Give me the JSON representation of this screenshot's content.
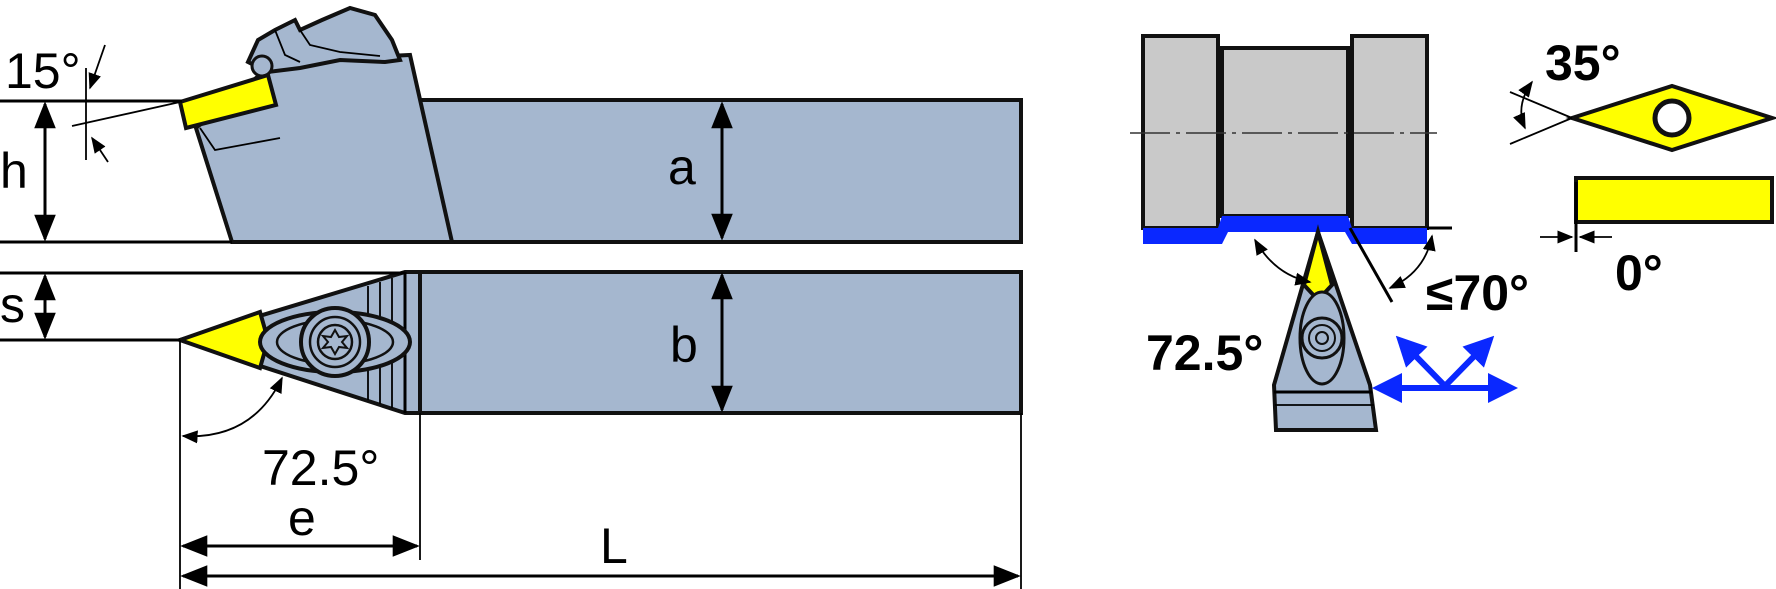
{
  "labels": {
    "clearance_angle": "15°",
    "h": "h",
    "a": "a",
    "s": "s",
    "b": "b",
    "approach_angle": "72.5°",
    "e": "e",
    "L": "L",
    "approach_angle_right": "72.5°",
    "max_angle": "≤70°",
    "insert_angle": "35°",
    "rake_angle": "0°"
  },
  "colors": {
    "holder": "#a5b7cf",
    "insert": "#ffff00",
    "workpiece": "#c9c9c9",
    "machined_surface": "#0a28ff",
    "feed_arrows": "#0a28ff"
  },
  "icons": {
    "clamp_screw": "torx-screw-icon",
    "feed_directions": "feed-direction-arrows-icon"
  }
}
